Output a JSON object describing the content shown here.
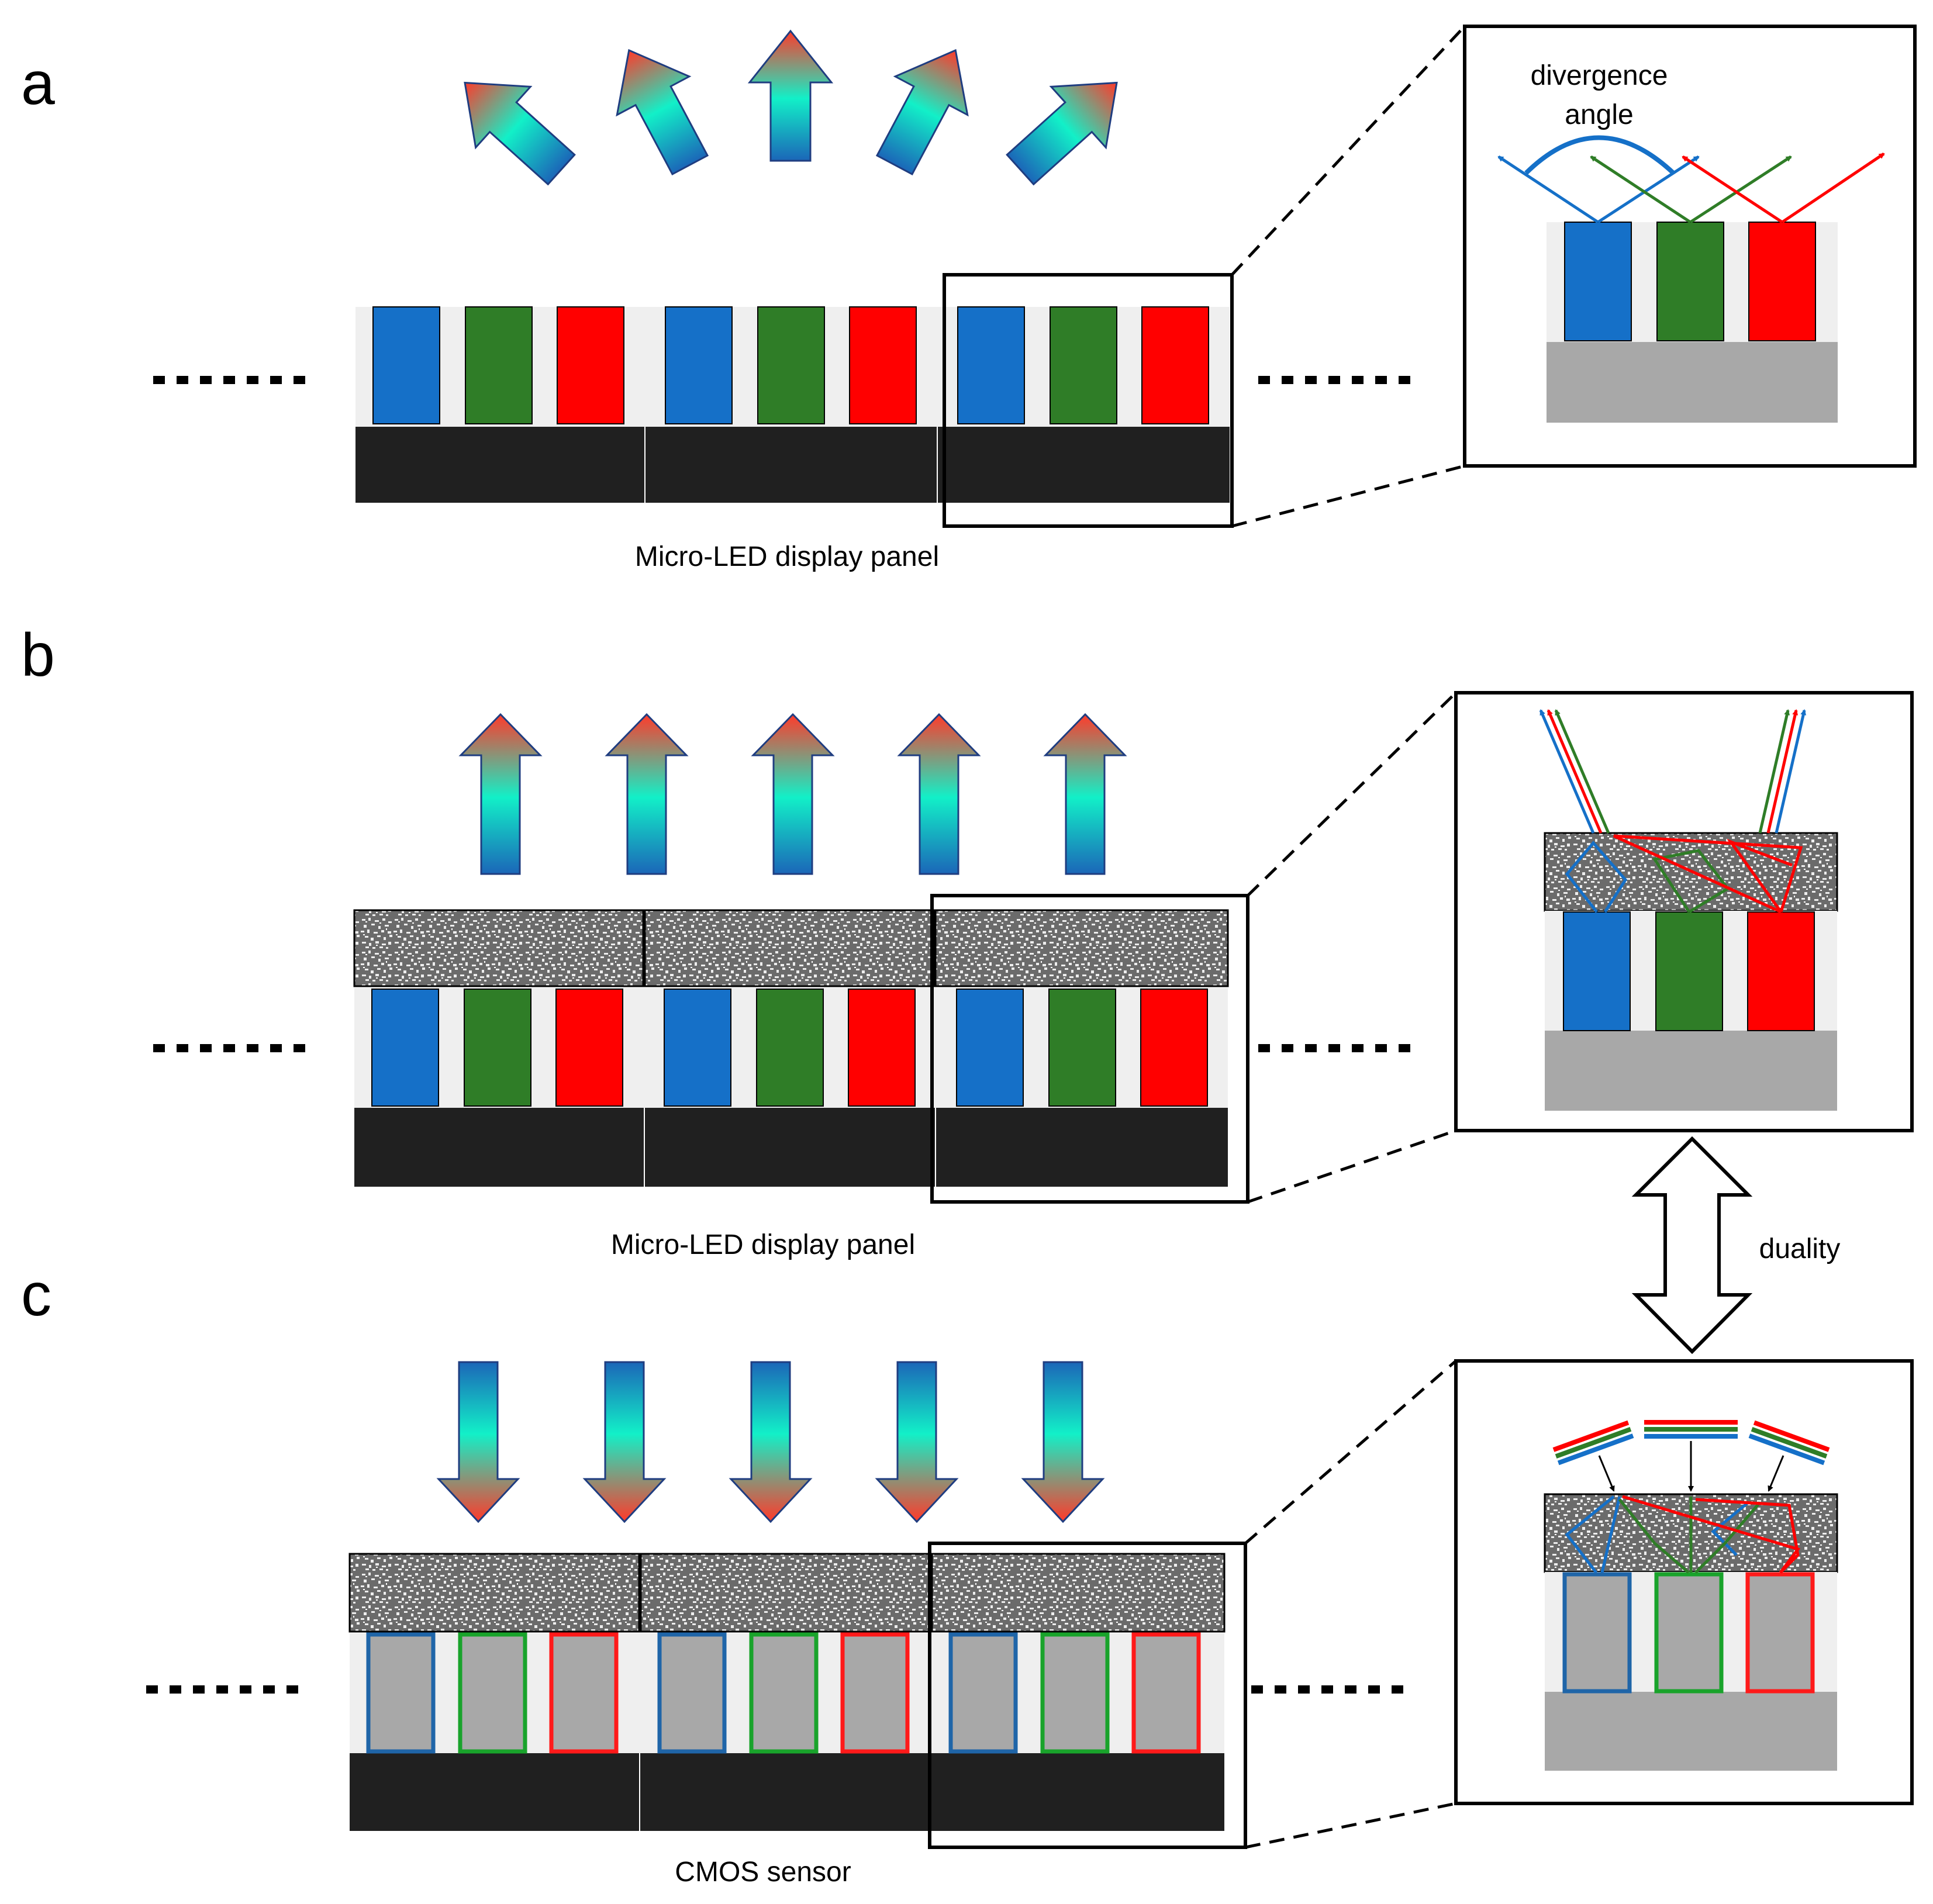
{
  "panels": {
    "a": {
      "letter": "a",
      "caption": "Micro-LED display panel"
    },
    "b": {
      "letter": "b",
      "caption": "Micro-LED display panel"
    },
    "c": {
      "letter": "c",
      "caption": "CMOS sensor"
    }
  },
  "annotations": {
    "divergence_line1": "divergence",
    "divergence_line2": "angle",
    "duality": "duality"
  },
  "colors": {
    "blue": "#1570c8",
    "green": "#2f7d27",
    "red": "#ff0000",
    "substrate": "#202020",
    "pixel_bg": "#efefef",
    "zoom_substrate": "#a8a8a8",
    "sensor_pixel_fill": "#a8a8a8",
    "sensor_blue_border": "#1f65a8",
    "sensor_green_border": "#19a32b",
    "sensor_red_border": "#ff1a1a",
    "arrow_red": "#ff3a2a",
    "arrow_cyan": "#12f0c8",
    "arrow_blue": "#1b66b8",
    "arrow_outline": "#1f3d80"
  }
}
